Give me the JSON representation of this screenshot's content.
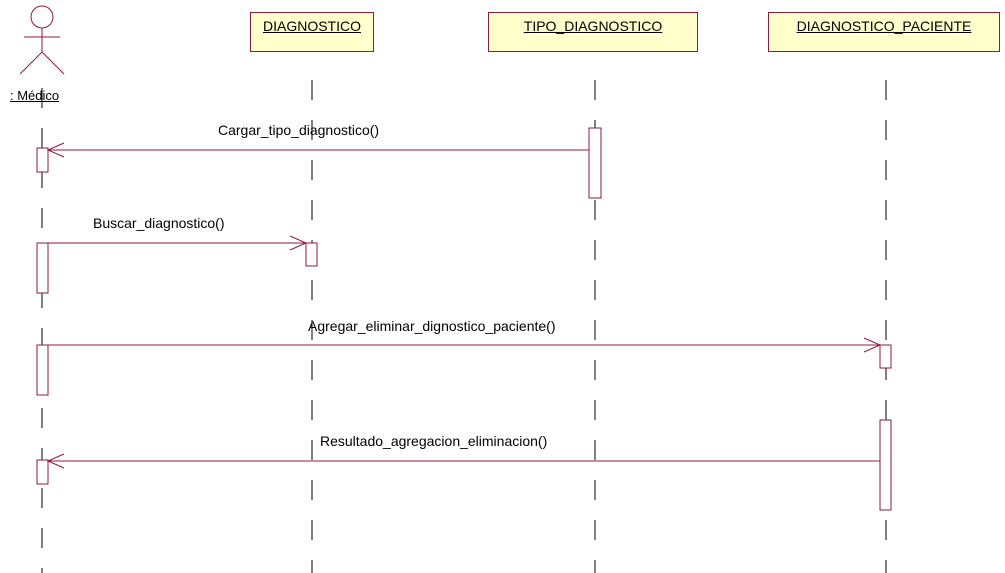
{
  "actor": {
    "name": ": Médico"
  },
  "objects": [
    {
      "id": "diagnostico",
      "name": "DIAGNOSTICO"
    },
    {
      "id": "tipo_diagnostico",
      "name": "TIPO_DIAGNOSTICO"
    },
    {
      "id": "diagnostico_paciente",
      "name": "DIAGNOSTICO_PACIENTE"
    }
  ],
  "messages": [
    {
      "label": "Cargar_tipo_diagnostico()",
      "from": "tipo_diagnostico",
      "to": "medico"
    },
    {
      "label": "Buscar_diagnostico()",
      "from": "medico",
      "to": "diagnostico"
    },
    {
      "label": "Agregar_eliminar_dignostico_paciente()",
      "from": "medico",
      "to": "diagnostico_paciente"
    },
    {
      "label": "Resultado_agregacion_eliminacion()",
      "from": "diagnostico_paciente",
      "to": "medico"
    }
  ],
  "colors": {
    "line": "#8c1a40",
    "box_fill": "#ffffcc",
    "lifeline": "#000000"
  }
}
